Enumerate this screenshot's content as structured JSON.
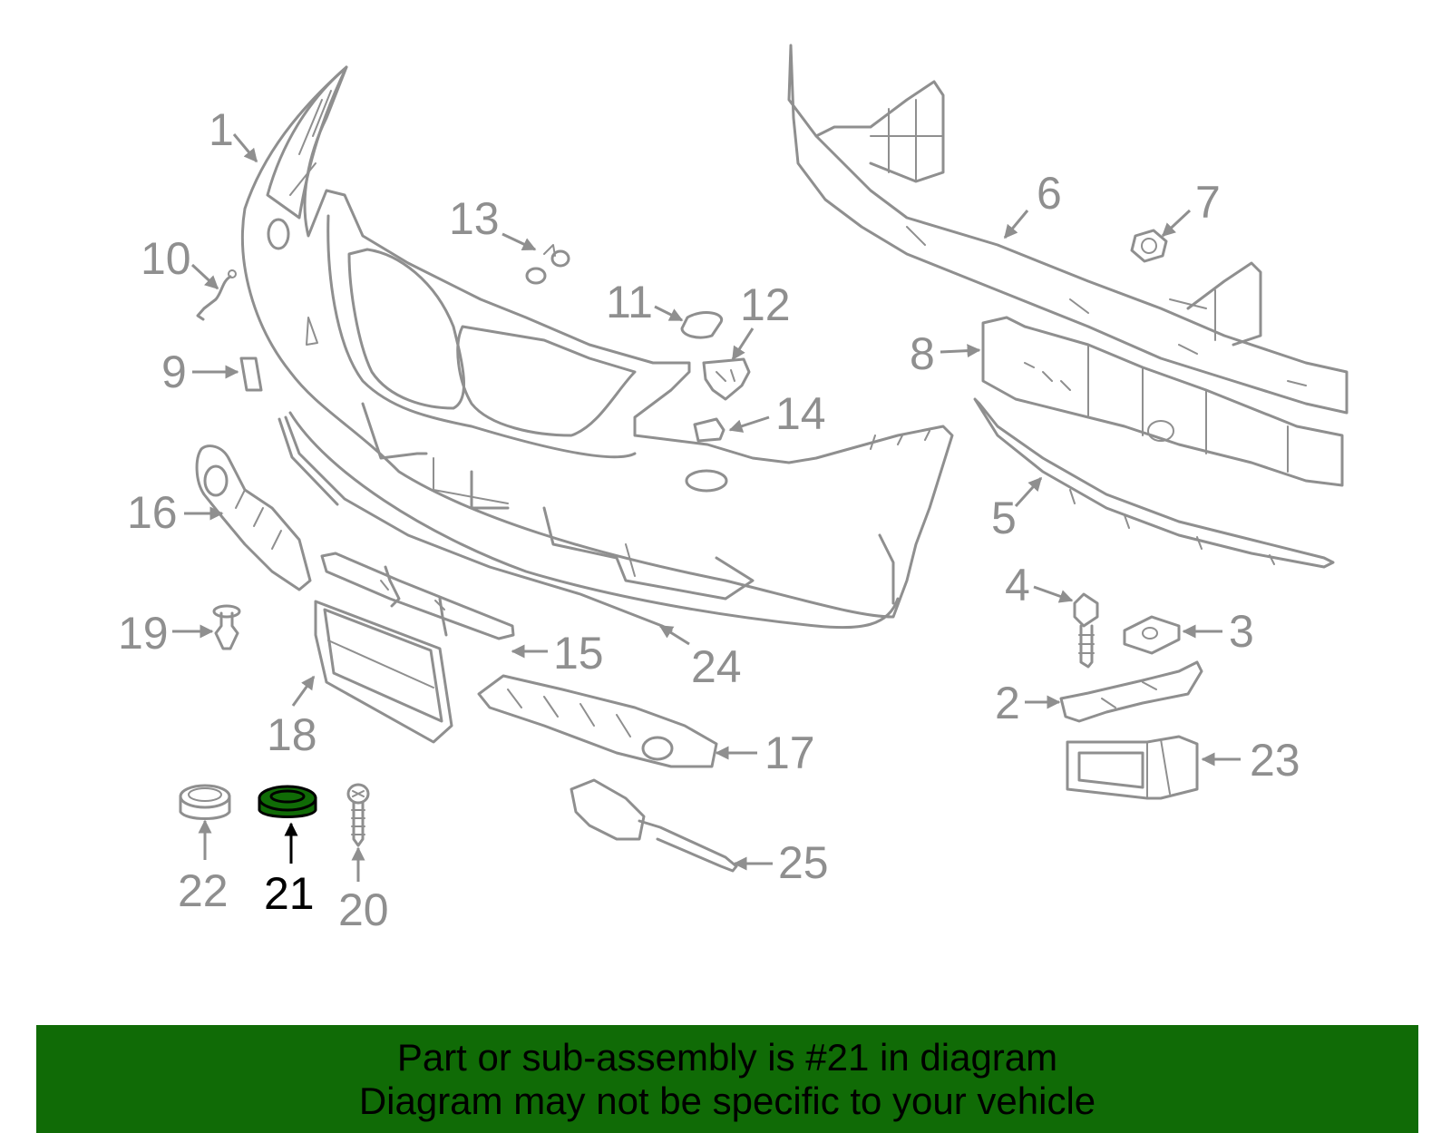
{
  "highlight": {
    "part_number": "21",
    "color": "#106b06"
  },
  "callouts": [
    "1",
    "2",
    "3",
    "4",
    "5",
    "6",
    "7",
    "8",
    "9",
    "10",
    "11",
    "12",
    "13",
    "14",
    "15",
    "16",
    "17",
    "18",
    "19",
    "20",
    "21",
    "22",
    "23",
    "24",
    "25"
  ],
  "banner": {
    "line1": "Part or sub-assembly is #21 in diagram",
    "line2": "Diagram may not be specific to your vehicle",
    "background": "#106b06"
  },
  "colors": {
    "drawing": "#8f8f8f",
    "highlight_outline": "#000000"
  }
}
